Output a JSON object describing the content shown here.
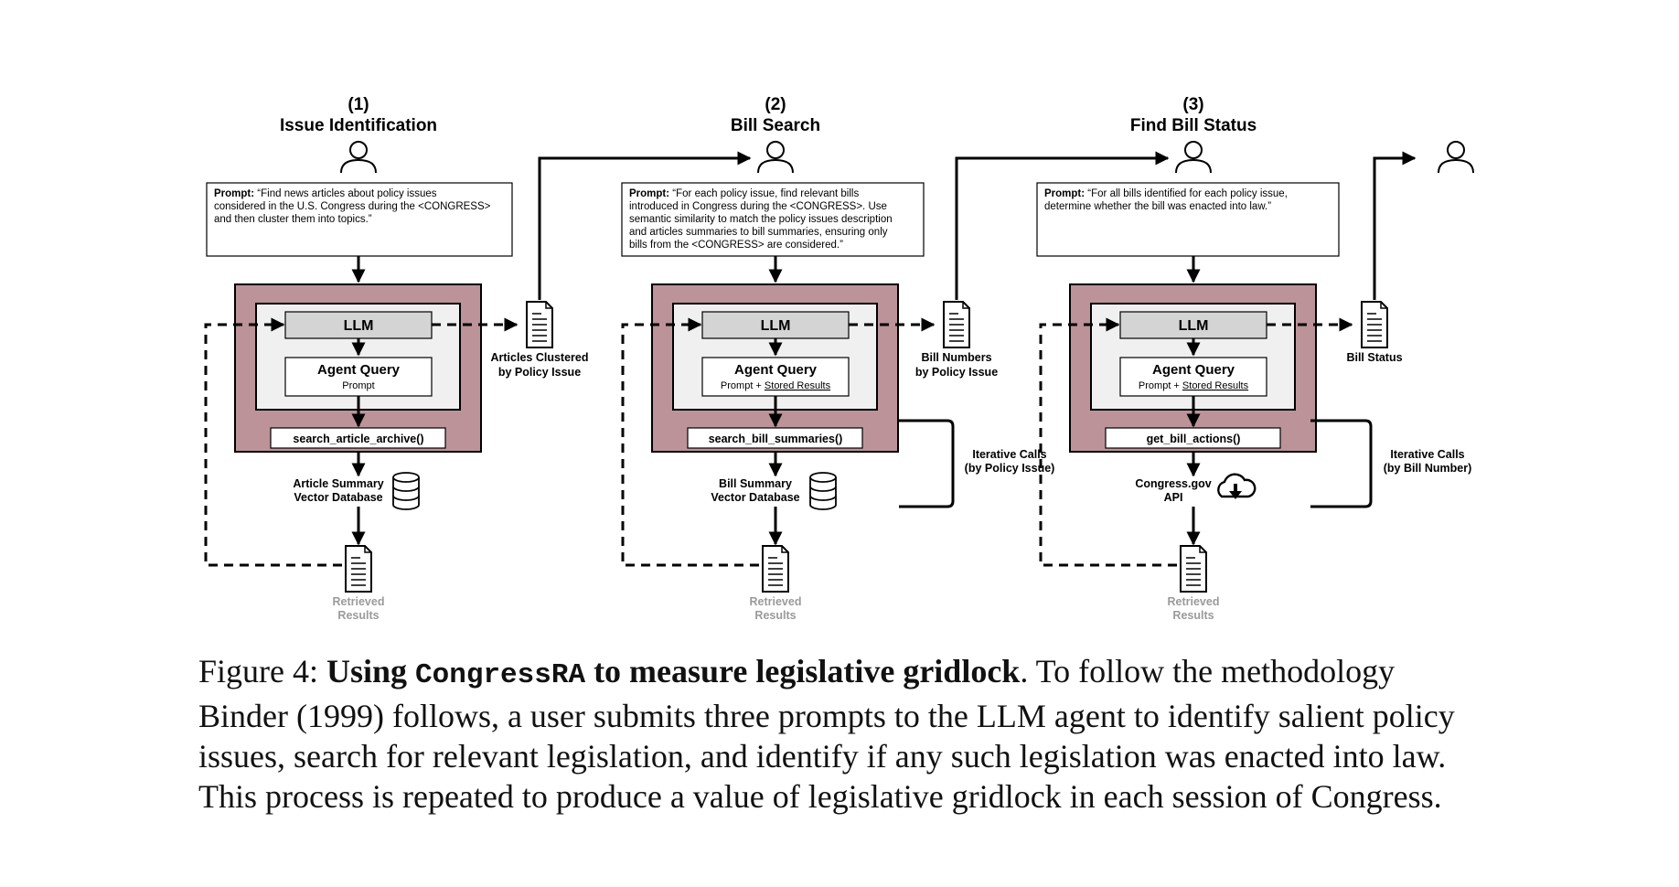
{
  "stages": [
    {
      "number": "(1)",
      "title": "Issue Identification",
      "prompt_label": "Prompt:",
      "prompt_lines": [
        "“Find news articles about policy issues",
        "considered in the U.S. Congress during the <CONGRESS>",
        "and then cluster them into topics.”"
      ],
      "llm": "LLM",
      "agent_title": "Agent Query",
      "agent_sub_prefix": "Prompt",
      "agent_sub_link": "",
      "tool": "search_article_archive()",
      "source_lines": [
        "Article Summary",
        "Vector Database"
      ],
      "source_icon": "database-icon",
      "retrieved_lines": [
        "Retrieved",
        "Results"
      ],
      "output_lines": [
        "Articles Clustered",
        "by Policy Issue"
      ],
      "iterative_lines": []
    },
    {
      "number": "(2)",
      "title": "Bill Search",
      "prompt_label": "Prompt:",
      "prompt_lines": [
        "“For each policy issue, find relevant bills",
        "introduced in Congress during the <CONGRESS>. Use",
        "semantic similarity to match the policy issues description",
        "and articles summaries to bill summaries, ensuring only",
        "bills from the <CONGRESS> are considered.”"
      ],
      "llm": "LLM",
      "agent_title": "Agent Query",
      "agent_sub_prefix": "Prompt + ",
      "agent_sub_link": "Stored Results",
      "tool": "search_bill_summaries()",
      "source_lines": [
        "Bill Summary",
        "Vector Database"
      ],
      "source_icon": "database-icon",
      "retrieved_lines": [
        "Retrieved",
        "Results"
      ],
      "output_lines": [
        "Bill Numbers",
        "by Policy Issue"
      ],
      "iterative_lines": [
        "Iterative Calls",
        "(by Policy Issue)"
      ]
    },
    {
      "number": "(3)",
      "title": "Find Bill Status",
      "prompt_label": "Prompt:",
      "prompt_lines": [
        "“For all bills identified for each policy issue,",
        "determine whether the bill was enacted into law.”"
      ],
      "llm": "LLM",
      "agent_title": "Agent Query",
      "agent_sub_prefix": "Prompt + ",
      "agent_sub_link": "Stored Results",
      "tool": "get_bill_actions()",
      "source_lines": [
        "Congress.gov",
        "API"
      ],
      "source_icon": "cloud-download-icon",
      "retrieved_lines": [
        "Retrieved",
        "Results"
      ],
      "output_lines": [
        "Bill Status"
      ],
      "iterative_lines": [
        "Iterative Calls",
        "(by Bill Number)"
      ]
    }
  ],
  "colors": {
    "agent_box": "#bc9399",
    "inner_panel": "#f0f0f0",
    "llm_bar": "#d4d4d4",
    "muted_text": "#9a9a9a"
  },
  "caption": {
    "prefix": "Figure 4: ",
    "bold_1": "Using ",
    "mono": "CongressRA",
    "bold_2": " to measure legislative gridlock",
    "rest": ". To follow the methodology Binder (1999) follows, a user submits three prompts to the LLM agent to identify salient policy issues, search for relevant legislation, and identify if any such legislation was enacted into law. This process is repeated to produce a value of legislative gridlock in each session of Congress."
  }
}
